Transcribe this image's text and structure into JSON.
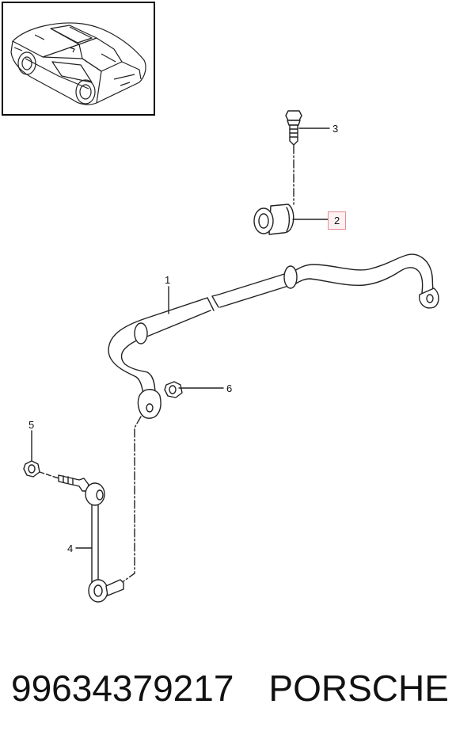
{
  "callouts": {
    "p1": "1",
    "p2": "2",
    "p3": "3",
    "p4": "4",
    "p5": "5",
    "p6": "6"
  },
  "caption": {
    "part_number": "99634379217",
    "brand": "PORSCHE"
  },
  "highlight_callout_color": "#e88a94",
  "line_color": "#222222"
}
